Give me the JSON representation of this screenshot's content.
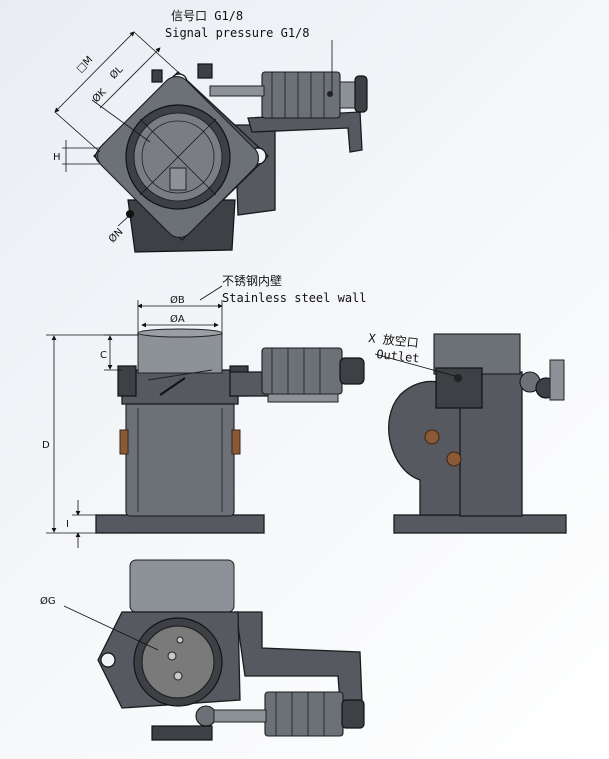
{
  "labels": {
    "signal_cn": "信号口 G1/8",
    "signal_en": "Signal pressure G1/8",
    "wall_cn": "不锈钢内壁",
    "wall_en": "Stainless steel wall",
    "outlet_cn": "X 放空口",
    "outlet_en": "Outlet"
  },
  "dimensions": {
    "square_m": "□M",
    "dia_l": "ØL",
    "dia_k": "ØK",
    "h": "H",
    "dia_n": "ØN",
    "dia_b": "ØB",
    "dia_a": "ØA",
    "c": "C",
    "d": "D",
    "i": "I",
    "dia_g": "ØG"
  }
}
